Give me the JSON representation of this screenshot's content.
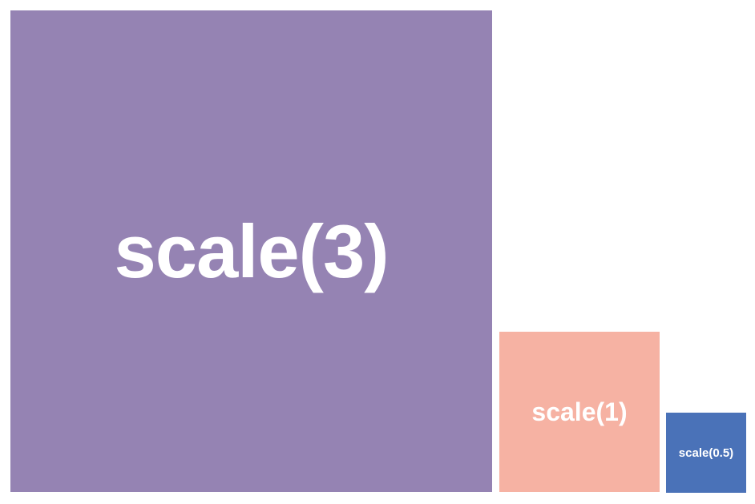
{
  "boxes": [
    {
      "label": "scale(3)",
      "scale": 3,
      "color": "#9583b3"
    },
    {
      "label": "scale(1)",
      "scale": 1,
      "color": "#f6b2a3"
    },
    {
      "label": "scale(0.5)",
      "scale": 0.5,
      "color": "#4a72b8"
    }
  ]
}
